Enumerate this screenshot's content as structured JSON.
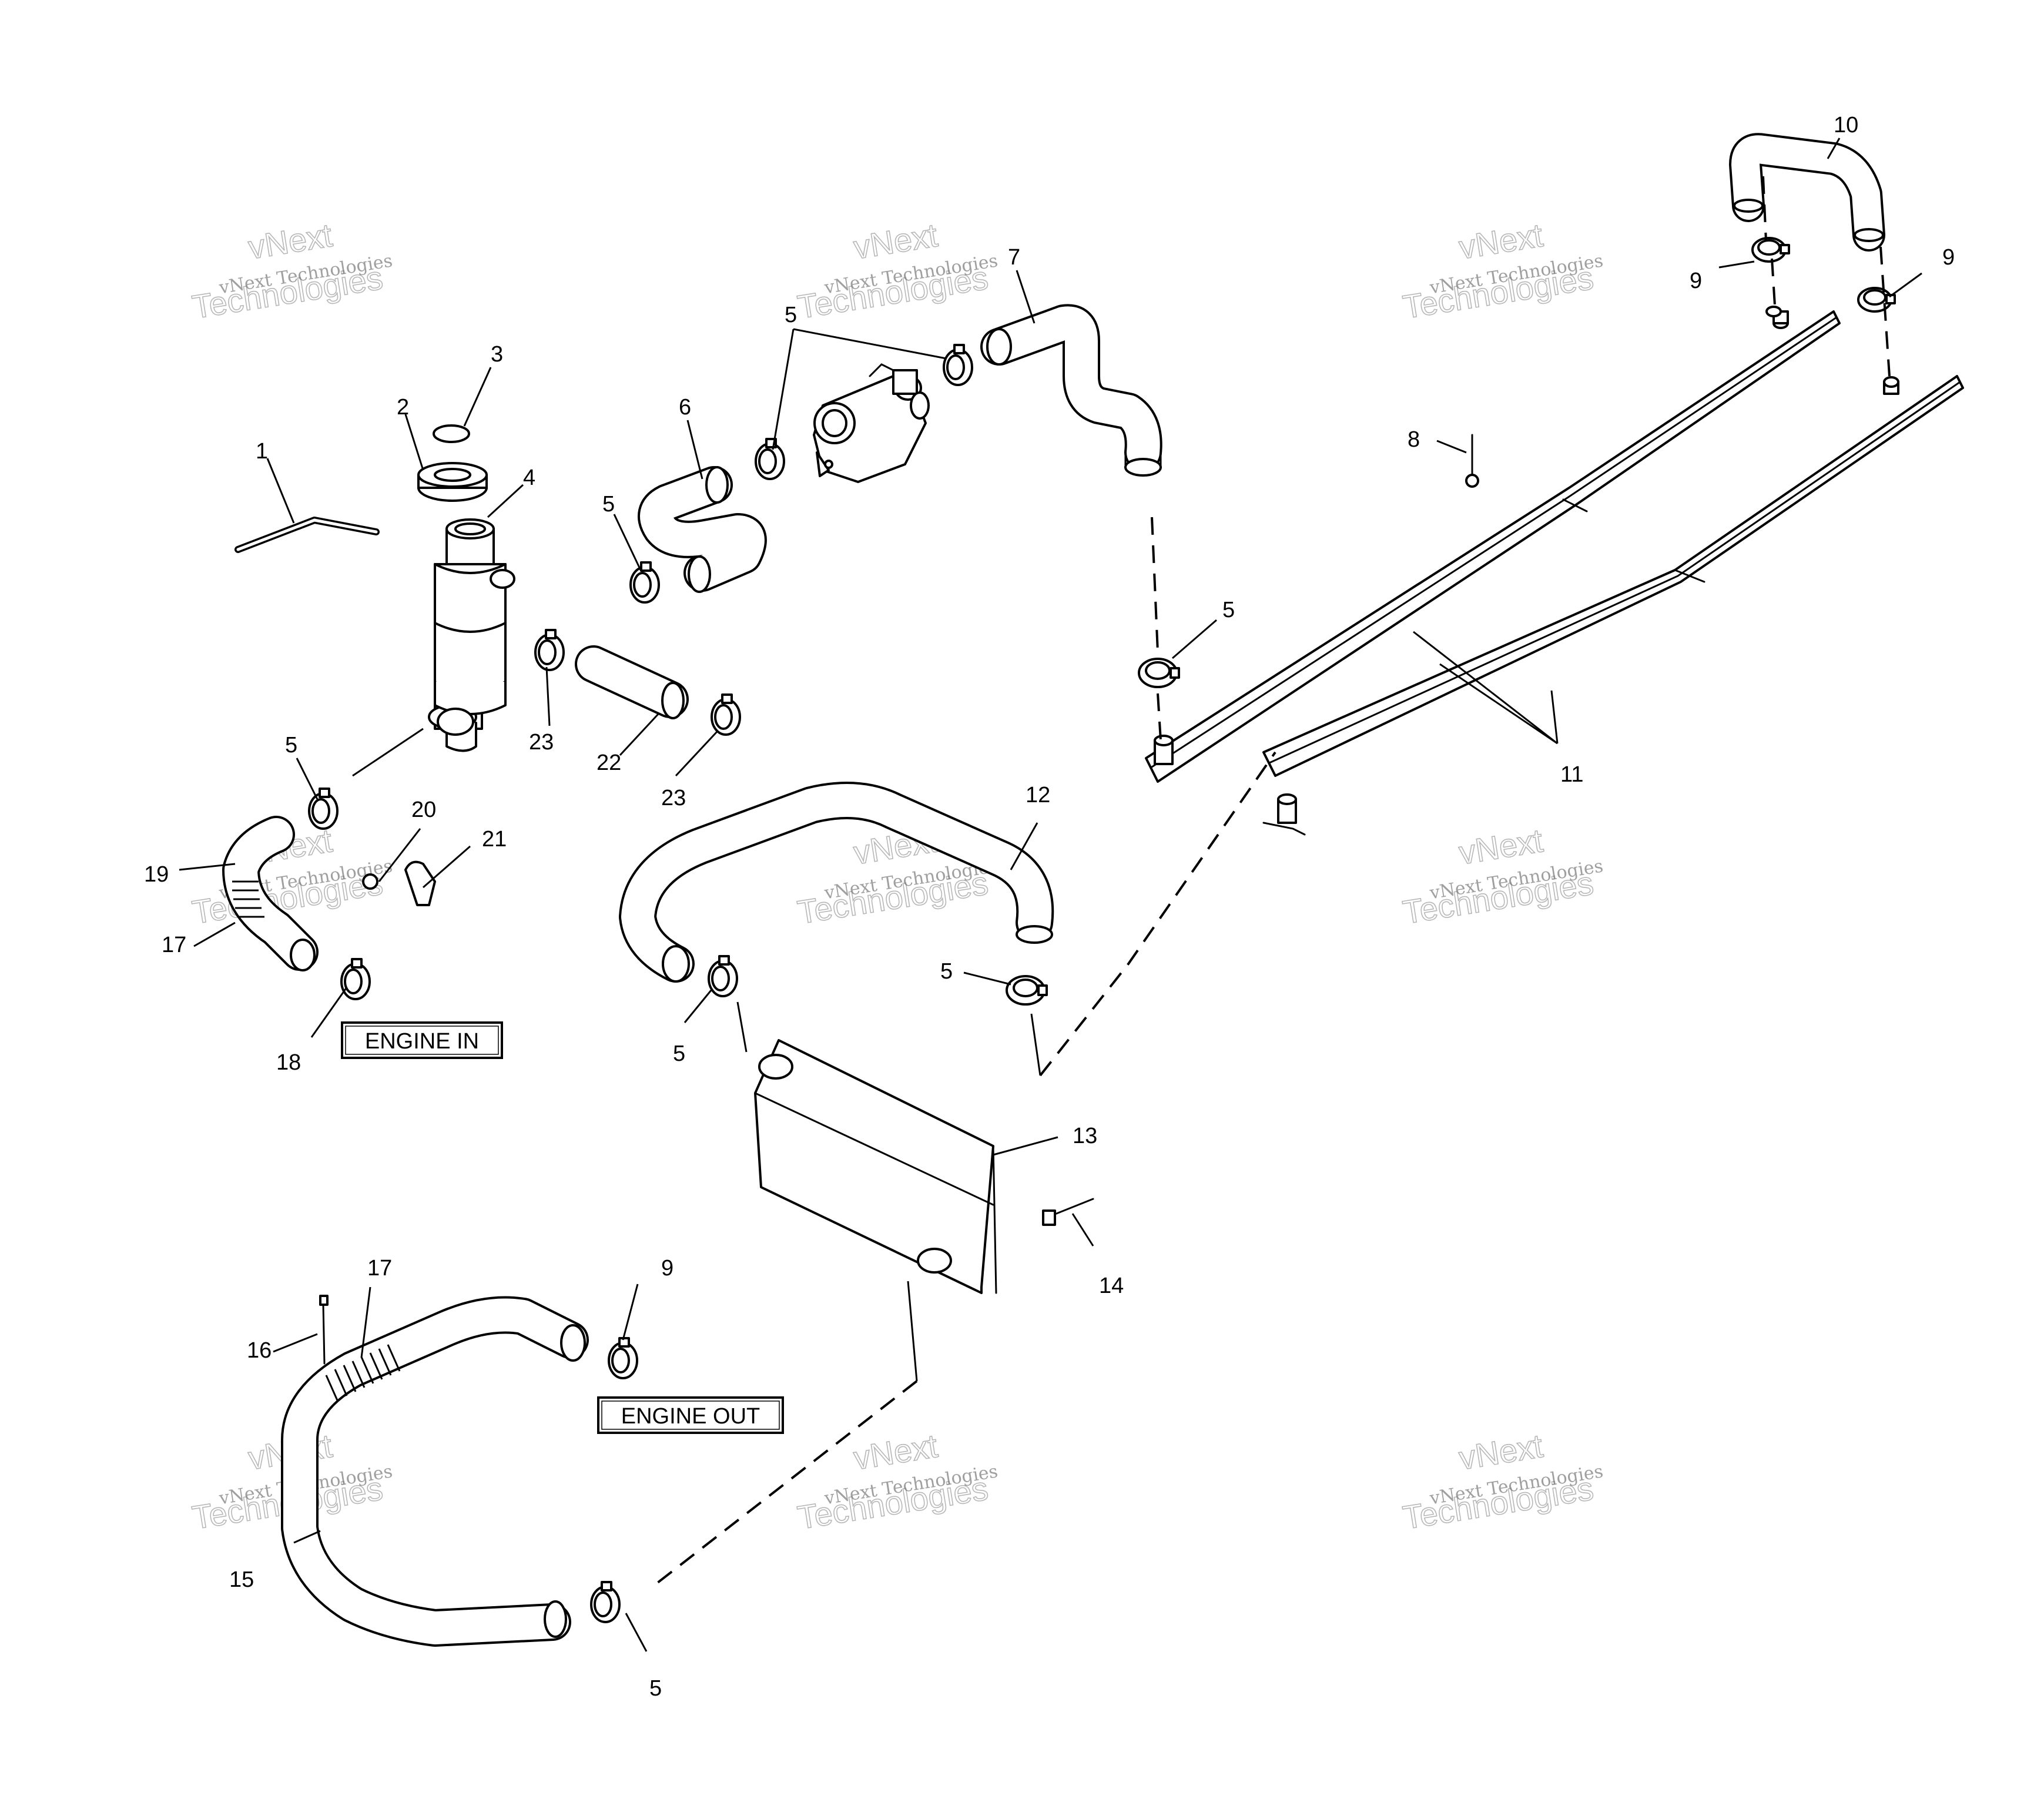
{
  "callouts": [
    {
      "id": "1",
      "text": "1"
    },
    {
      "id": "2",
      "text": "2"
    },
    {
      "id": "3",
      "text": "3"
    },
    {
      "id": "4",
      "text": "4"
    },
    {
      "id": "5a",
      "text": "5"
    },
    {
      "id": "5b",
      "text": "5"
    },
    {
      "id": "5c",
      "text": "5"
    },
    {
      "id": "5d",
      "text": "5"
    },
    {
      "id": "5e",
      "text": "5"
    },
    {
      "id": "5f",
      "text": "5"
    },
    {
      "id": "5g",
      "text": "5"
    },
    {
      "id": "6",
      "text": "6"
    },
    {
      "id": "7",
      "text": "7"
    },
    {
      "id": "8",
      "text": "8"
    },
    {
      "id": "9a",
      "text": "9"
    },
    {
      "id": "9b",
      "text": "9"
    },
    {
      "id": "9c",
      "text": "9"
    },
    {
      "id": "10",
      "text": "10"
    },
    {
      "id": "11",
      "text": "11"
    },
    {
      "id": "12",
      "text": "12"
    },
    {
      "id": "13",
      "text": "13"
    },
    {
      "id": "14",
      "text": "14"
    },
    {
      "id": "15",
      "text": "15"
    },
    {
      "id": "16",
      "text": "16"
    },
    {
      "id": "17a",
      "text": "17"
    },
    {
      "id": "17b",
      "text": "17"
    },
    {
      "id": "18",
      "text": "18"
    },
    {
      "id": "19",
      "text": "19"
    },
    {
      "id": "20",
      "text": "20"
    },
    {
      "id": "21",
      "text": "21"
    },
    {
      "id": "22",
      "text": "22"
    },
    {
      "id": "23a",
      "text": "23"
    },
    {
      "id": "23b",
      "text": "23"
    }
  ],
  "labels": {
    "engine_in": "ENGINE IN",
    "engine_out": "ENGINE OUT"
  },
  "watermark": {
    "line1": "vNext Technologies",
    "line2": "vNext",
    "line3": "Technologies"
  }
}
